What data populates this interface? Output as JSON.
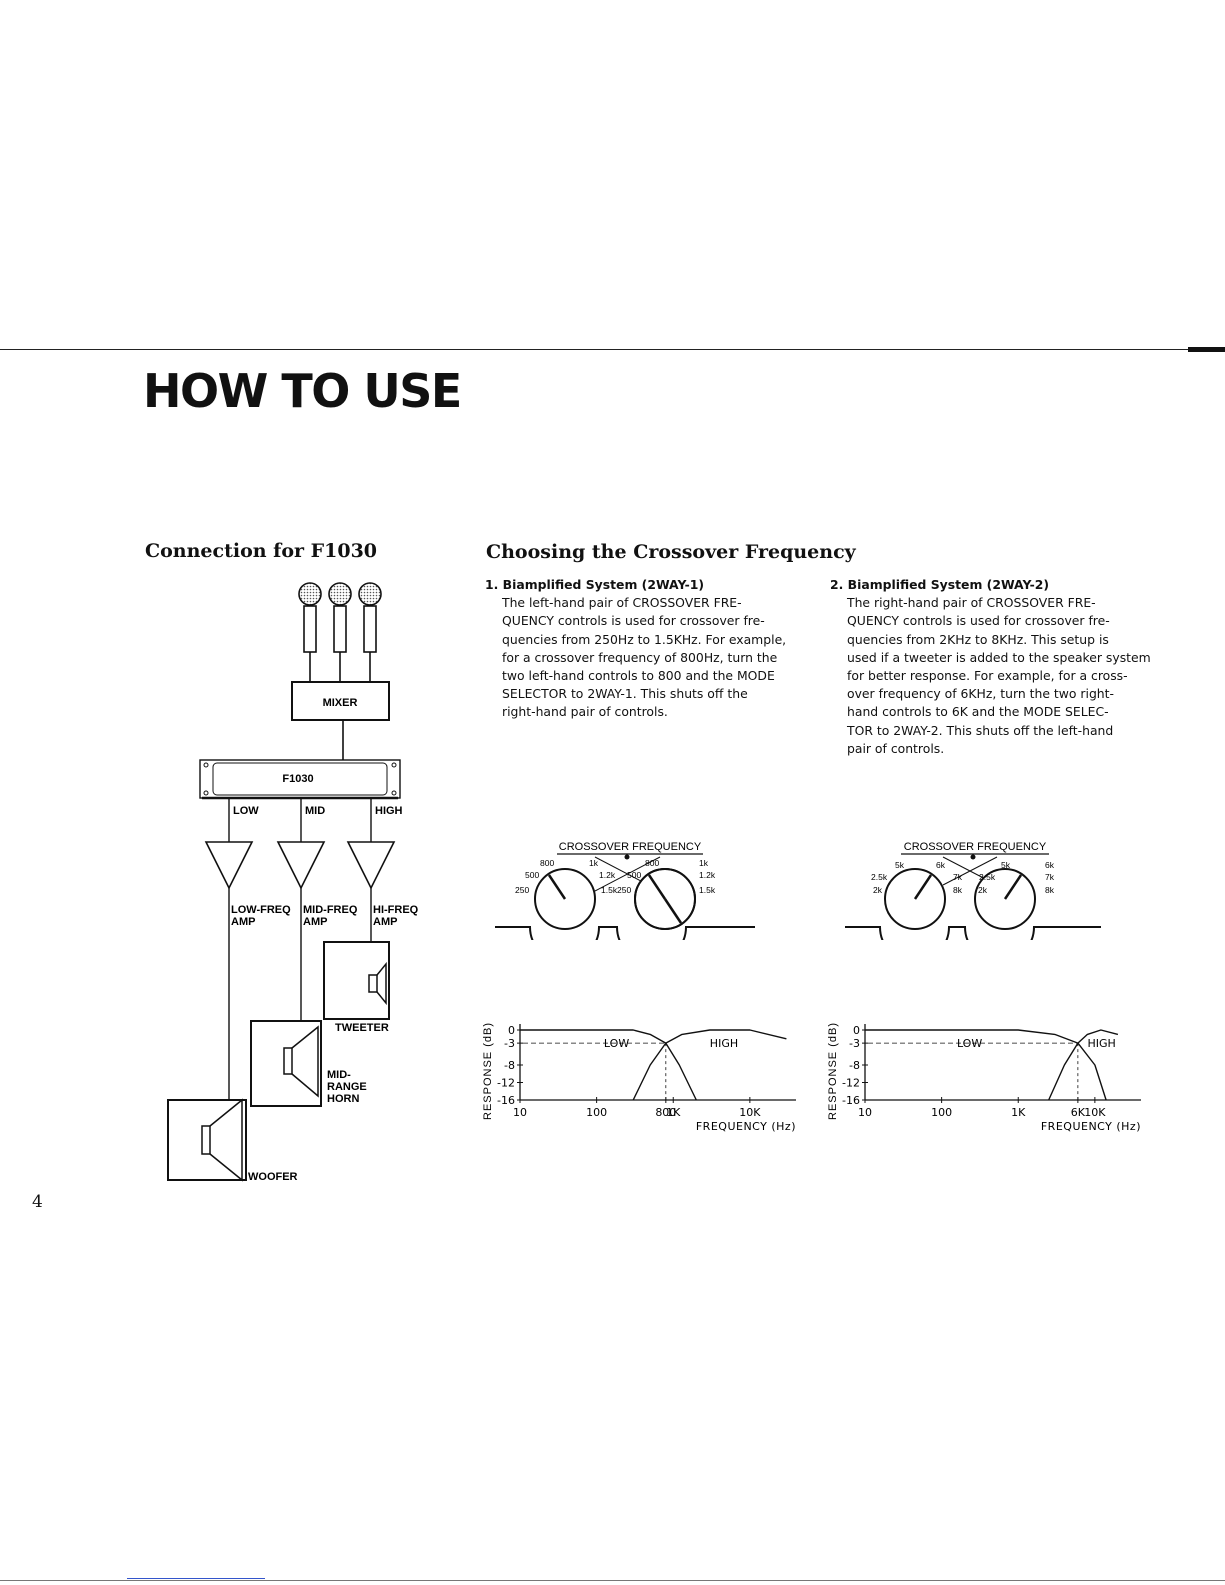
{
  "page": {
    "title": "HOW TO USE",
    "page_number": "4"
  },
  "connection": {
    "heading": "Connection for F1030",
    "mixer": "MIXER",
    "unit": "F1030",
    "out_low": "LOW",
    "out_mid": "MID",
    "out_high": "HIGH",
    "amp_low": [
      "LOW-FREQ",
      "AMP"
    ],
    "amp_mid": [
      "MID-FREQ",
      "AMP"
    ],
    "amp_high": [
      "HI-FREQ",
      "AMP"
    ],
    "tweeter": "TWEETER",
    "midrange": [
      "MID-",
      "RANGE",
      "HORN"
    ],
    "woofer": "WOOFER"
  },
  "crossover": {
    "heading": "Choosing the Crossover Frequency",
    "item1": {
      "head": "1. Biamplified System (2WAY-1)",
      "lines": [
        "The left-hand pair of CROSSOVER FRE-",
        "QUENCY controls is used for crossover fre-",
        "quencies from 250Hz to 1.5KHz. For example,",
        "for a crossover frequency of 800Hz, turn the",
        "two left-hand controls to 800 and the MODE",
        "SELECTOR to 2WAY-1. This shuts off the",
        "right-hand pair of controls."
      ]
    },
    "item2": {
      "head": "2. Biamplified System (2WAY-2)",
      "lines": [
        "The right-hand pair of CROSSOVER FRE-",
        "QUENCY controls is used for crossover fre-",
        "quencies from 2KHz to 8KHz. This setup is",
        "used if a tweeter is added to the speaker system",
        "for better response. For example, for a cross-",
        "over frequency of 6KHz, turn the two right-",
        "hand controls to 6K and the MODE SELEC-",
        "TOR to 2WAY-2. This shuts off the left-hand",
        "pair of controls."
      ]
    }
  },
  "knobs_left": {
    "label": "CROSSOVER FREQUENCY",
    "scale": [
      "250",
      "500",
      "800",
      "1k",
      "1.2k",
      "1.5k"
    ]
  },
  "knobs_right": {
    "label": "CROSSOVER FREQUENCY",
    "scale": [
      "2k",
      "2.5k",
      "5k",
      "6k",
      "7k",
      "8k"
    ]
  },
  "chart_data": [
    {
      "type": "line",
      "ylabel": "RESPONSE (dB)",
      "xlabel": "FREQUENCY (Hz)",
      "x_ticks": [
        "10",
        "100",
        "800",
        "1K",
        "10K"
      ],
      "y_ticks": [
        "0",
        "-3",
        "-8",
        "-12",
        "-16"
      ],
      "x_scale": "log",
      "crossover_hz": 800,
      "series": [
        {
          "name": "LOW",
          "x": [
            10,
            100,
            300,
            500,
            800,
            1200,
            2000
          ],
          "y": [
            0,
            0,
            0,
            -1,
            -3,
            -8,
            -16
          ]
        },
        {
          "name": "HIGH",
          "x": [
            300,
            500,
            800,
            1300,
            3000,
            10000,
            30000
          ],
          "y": [
            -16,
            -8,
            -3,
            -1,
            0,
            0,
            -2
          ]
        }
      ]
    },
    {
      "type": "line",
      "ylabel": "RESPONSE (dB)",
      "xlabel": "FREQUENCY (Hz)",
      "x_ticks": [
        "10",
        "100",
        "1K",
        "6K",
        "10K"
      ],
      "y_ticks": [
        "0",
        "-3",
        "-8",
        "-12",
        "-16"
      ],
      "x_scale": "log",
      "crossover_hz": 6000,
      "series": [
        {
          "name": "LOW",
          "x": [
            10,
            100,
            1000,
            3000,
            6000,
            10000,
            14000
          ],
          "y": [
            0,
            0,
            0,
            -1,
            -3,
            -8,
            -16
          ]
        },
        {
          "name": "HIGH",
          "x": [
            2500,
            4000,
            6000,
            8000,
            12000,
            20000
          ],
          "y": [
            -16,
            -8,
            -3,
            -1,
            0,
            -1
          ]
        }
      ]
    }
  ]
}
